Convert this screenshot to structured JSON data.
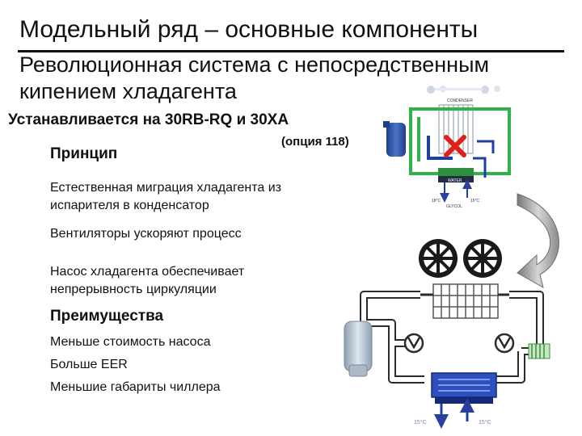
{
  "header": {
    "title": "Модельный ряд – основные компоненты",
    "subtitle": "Революционная система с непосредственным кипением хладагента"
  },
  "install_line": "Устанавливается на 30RB-RQ и 30XA",
  "option_label": "(опция 118)",
  "principle": {
    "heading": "Принцип",
    "items": [
      "Естественная миграция хладагента из испарителя в конденсатор",
      "Вентиляторы ускоряют процесс",
      "Насос хладагента обеспечивает непрерывность циркуляции"
    ]
  },
  "advantages": {
    "heading": "Преимущества",
    "items": [
      "Меньше стоимость насоса",
      "Больше EER",
      "Меньшие габариты чиллера"
    ]
  },
  "diagram_top": {
    "condenser_label": "CONDENSER",
    "water_label": "WATER",
    "glycol_label": "GLYCOL",
    "left_temp": "18°C",
    "right_temp": "15°C"
  },
  "diagram_bottom": {
    "left_temp": "15°C",
    "right_temp": "15°C"
  },
  "colors": {
    "green_loop": "#2fb24a",
    "blue_pipe": "#1f3f9f",
    "cross": "#e0201a",
    "gray_arrow": "#9a9a9a"
  }
}
